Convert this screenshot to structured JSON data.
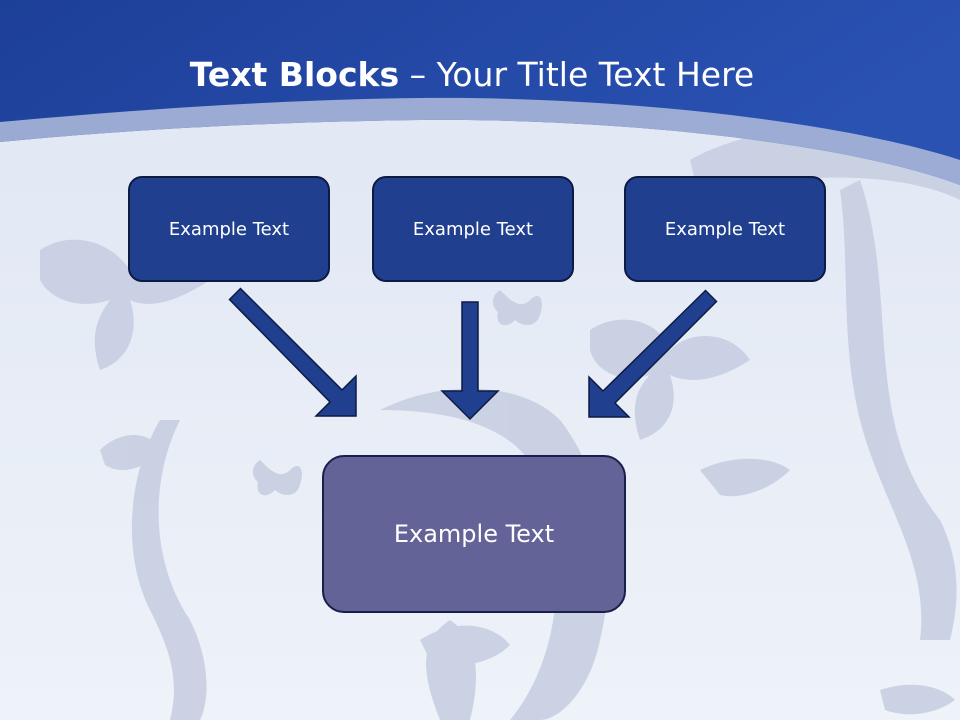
{
  "title": {
    "bold_part": "Text Blocks",
    "dash": "–",
    "rest": "Your Title Text Here"
  },
  "blocks": [
    {
      "label": "Example Text"
    },
    {
      "label": "Example Text"
    },
    {
      "label": "Example Text"
    }
  ],
  "center_block": {
    "label": "Example Text"
  },
  "colors": {
    "header_blue": "#1f47a3",
    "box_fill": "#213f8f",
    "center_fill": "#646398",
    "arrow": "#213f8f",
    "background": "#e7edf7"
  }
}
